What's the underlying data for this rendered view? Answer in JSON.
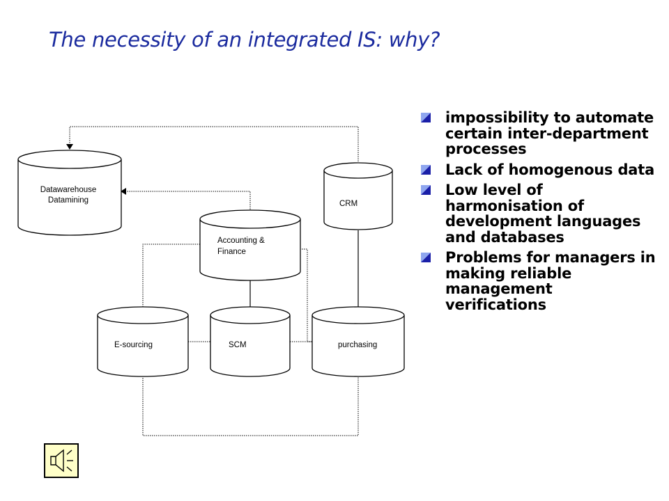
{
  "title": "The necessity of an integrated IS: why?",
  "diagram": {
    "nodes": [
      {
        "id": "datawarehouse",
        "lines": [
          "Datawarehouse",
          "Datamining"
        ]
      },
      {
        "id": "crm",
        "lines": [
          "CRM"
        ]
      },
      {
        "id": "accounting",
        "lines": [
          "Accounting &",
          "Finance"
        ]
      },
      {
        "id": "esourcing",
        "lines": [
          "E-sourcing"
        ]
      },
      {
        "id": "scm",
        "lines": [
          "SCM"
        ]
      },
      {
        "id": "purchasing",
        "lines": [
          "purchasing"
        ]
      }
    ]
  },
  "bullets": [
    "impossibility to automate certain inter-department processes",
    "Lack of homogenous data",
    "Low level of harmonisation of development languages and databases",
    "Problems for managers in making reliable management verifications"
  ],
  "colors": {
    "title": "#1a2a9e",
    "bullet_dark": "#1a1fa8",
    "bullet_light": "#8fa6ef"
  },
  "icons": {
    "bullet": "square-bullet-icon",
    "audio": "speaker-icon"
  }
}
